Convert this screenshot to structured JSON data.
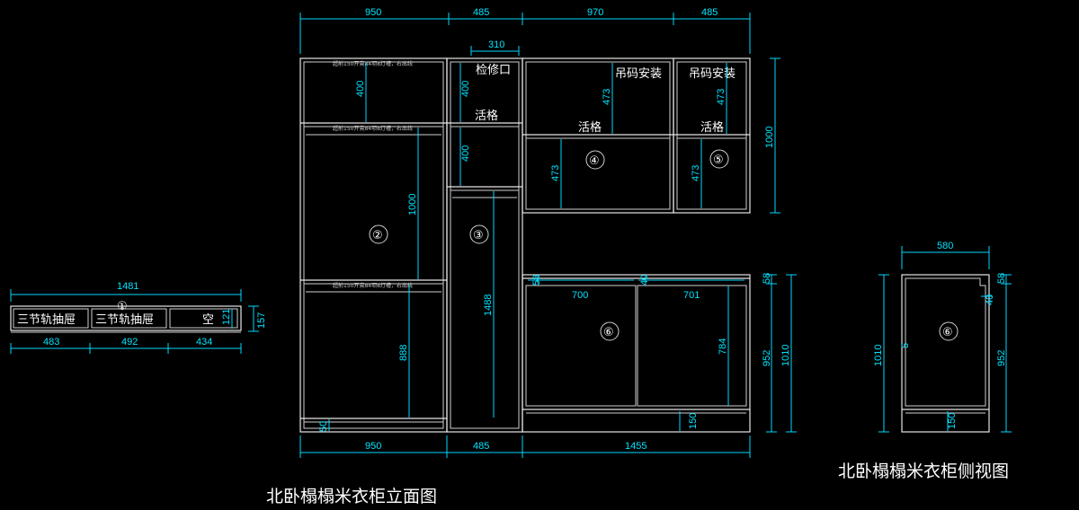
{
  "titles": {
    "elevation": "北卧榻榻米衣柜立面图",
    "side": "北卧榻榻米衣柜侧视图"
  },
  "elevation": {
    "top_dims": [
      "950",
      "485",
      "970",
      "485"
    ],
    "bottom_dims": [
      "950",
      "485",
      "1455"
    ],
    "right_dims": [
      "1000",
      "58",
      "952",
      "1010"
    ],
    "inner_dims": {
      "d310": "310",
      "d400a": "400",
      "d400b": "400",
      "d400c": "400",
      "d1000": "1000",
      "d888": "888",
      "d1488": "1488",
      "d473a": "473",
      "d473b": "473",
      "d473c": "473",
      "d473d": "473",
      "d50": "50",
      "d58": "58",
      "d700": "700",
      "d40": "40",
      "d701": "701",
      "d784": "784",
      "d150": "150"
    },
    "labels": {
      "access": "检修口",
      "shelf_a": "活格",
      "shelf_b": "活格",
      "shelf_c": "活格",
      "hang_a": "吊码安装",
      "hang_b": "吊码安装"
    },
    "markers": [
      "①",
      "②",
      "③",
      "④",
      "⑤",
      "⑥",
      "⑥"
    ],
    "notes": [
      "超前150开竟84项8灯槽，右出线",
      "超前150开竟84项8灯槽，右出线",
      "超前150开竟84项8灯槽，右出线"
    ]
  },
  "drawer": {
    "width_dim": "1481",
    "height_dims": [
      "121",
      "157"
    ],
    "part_dims": [
      "483",
      "492",
      "434"
    ],
    "cells": [
      "三节轨抽屉",
      "三节轨抽屉",
      "空"
    ]
  },
  "side": {
    "width_dim": "580",
    "left_dim": "1010",
    "right_dims": [
      "58",
      "952"
    ],
    "inner_dims": [
      "40",
      "5",
      "150"
    ]
  }
}
